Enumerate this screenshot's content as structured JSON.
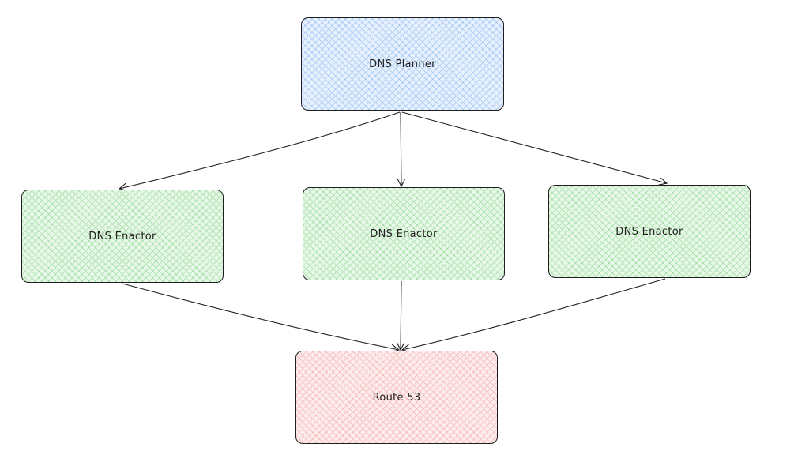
{
  "nodes": {
    "planner": {
      "label": "DNS Planner"
    },
    "enactors": [
      {
        "label": "DNS Enactor"
      },
      {
        "label": "DNS Enactor"
      },
      {
        "label": "DNS Enactor"
      }
    ],
    "route53": {
      "label": "Route 53"
    }
  },
  "edges": [
    {
      "from": "planner",
      "to": "enactors.0"
    },
    {
      "from": "planner",
      "to": "enactors.1"
    },
    {
      "from": "planner",
      "to": "enactors.2"
    },
    {
      "from": "enactors.0",
      "to": "route53"
    },
    {
      "from": "enactors.1",
      "to": "route53"
    },
    {
      "from": "enactors.2",
      "to": "route53"
    }
  ],
  "colors": {
    "planner_fill": "#a5d8ff",
    "enactor_fill": "#b2f2bb",
    "route53_fill": "#ffc9c9",
    "stroke": "#1e1e1e"
  }
}
